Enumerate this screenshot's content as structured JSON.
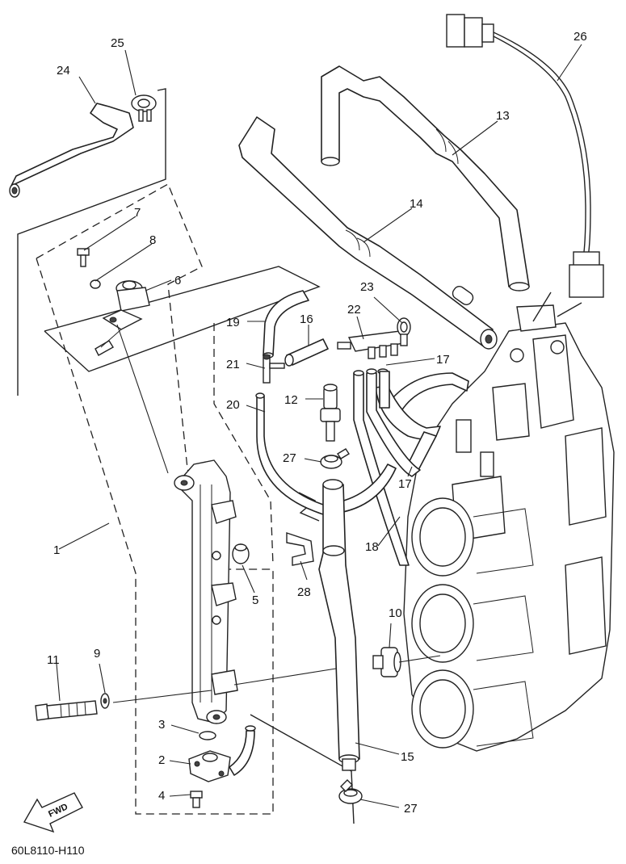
{
  "diagram": {
    "code": "60L8110-H110",
    "fwd_label": "FWD",
    "callouts": [
      "1",
      "2",
      "3",
      "4",
      "5",
      "6",
      "7",
      "8",
      "9",
      "10",
      "11",
      "12",
      "13",
      "14",
      "15",
      "16",
      "17",
      "17",
      "18",
      "19",
      "20",
      "21",
      "22",
      "23",
      "24",
      "25",
      "26",
      "27",
      "27",
      "28"
    ],
    "icons": {
      "fwd": "fwd-arrow-icon"
    }
  }
}
